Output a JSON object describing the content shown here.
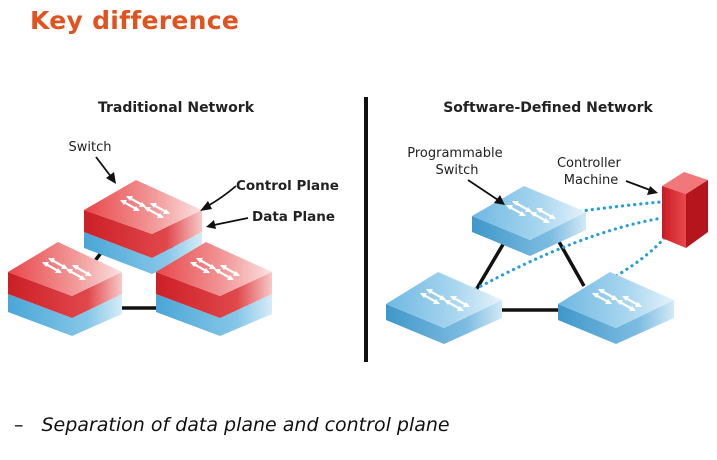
{
  "title": "Key difference",
  "traditional": {
    "heading": "Traditional Network",
    "switch_label": "Switch",
    "control_plane_label": "Control Plane",
    "data_plane_label": "Data Plane"
  },
  "sdn": {
    "heading": "Software-Defined Network",
    "programmable_switch_line1": "Programmable",
    "programmable_switch_line2": "Switch",
    "controller_line1": "Controller",
    "controller_line2": "Machine"
  },
  "bullet": {
    "dash": "–",
    "text": "Separation of data plane and control plane"
  },
  "colors": {
    "title": "#e0531f",
    "control_plane_red": "#d8242b",
    "data_plane_blue": "#5cb3dd",
    "sdn_switch_blue": "#6cb6e0",
    "link": "#111111",
    "controller_link": "#2a9fd6"
  }
}
